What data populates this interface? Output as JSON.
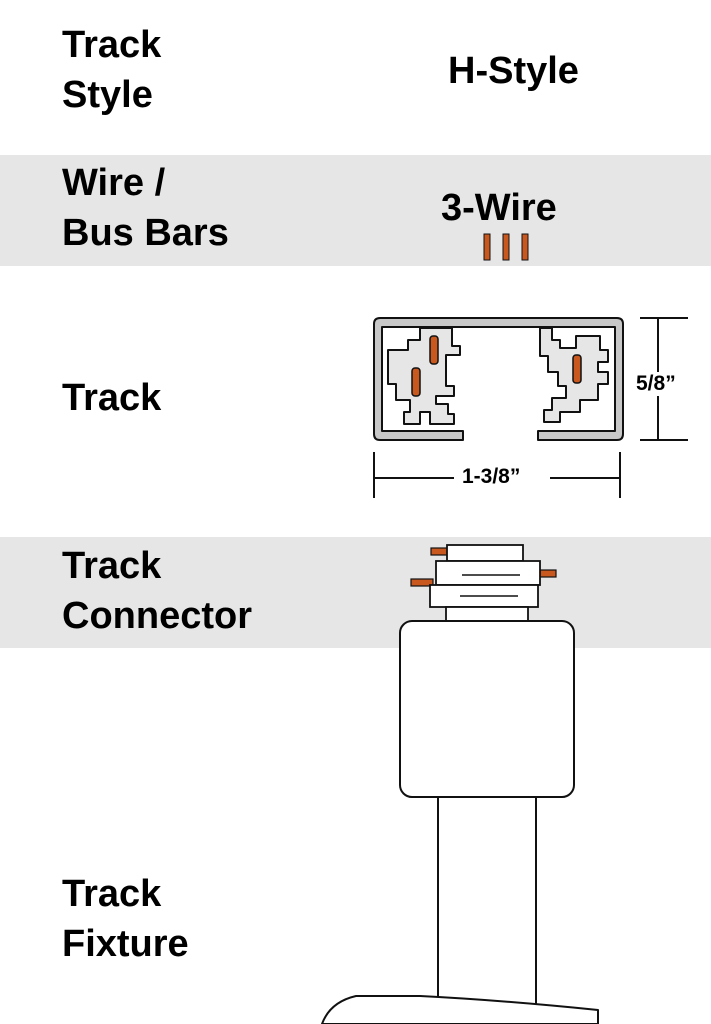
{
  "rows": {
    "track_style": {
      "label_line1": "Track",
      "label_line2": "Style",
      "value": "H-Style"
    },
    "wire": {
      "label_line1": "Wire /",
      "label_line2": "Bus Bars",
      "value": "3-Wire"
    },
    "track": {
      "label": "Track",
      "height_dim": "5/8”",
      "width_dim": "1-3/8”"
    },
    "connector": {
      "label_line1": "Track",
      "label_line2": "Connector"
    },
    "fixture": {
      "label_line1": "Track",
      "label_line2": "Fixture"
    }
  },
  "colors": {
    "band": "#e6e6e6",
    "bus_bar": "#c8581e",
    "track_body": "#c8c8c8",
    "outline": "#111111"
  }
}
